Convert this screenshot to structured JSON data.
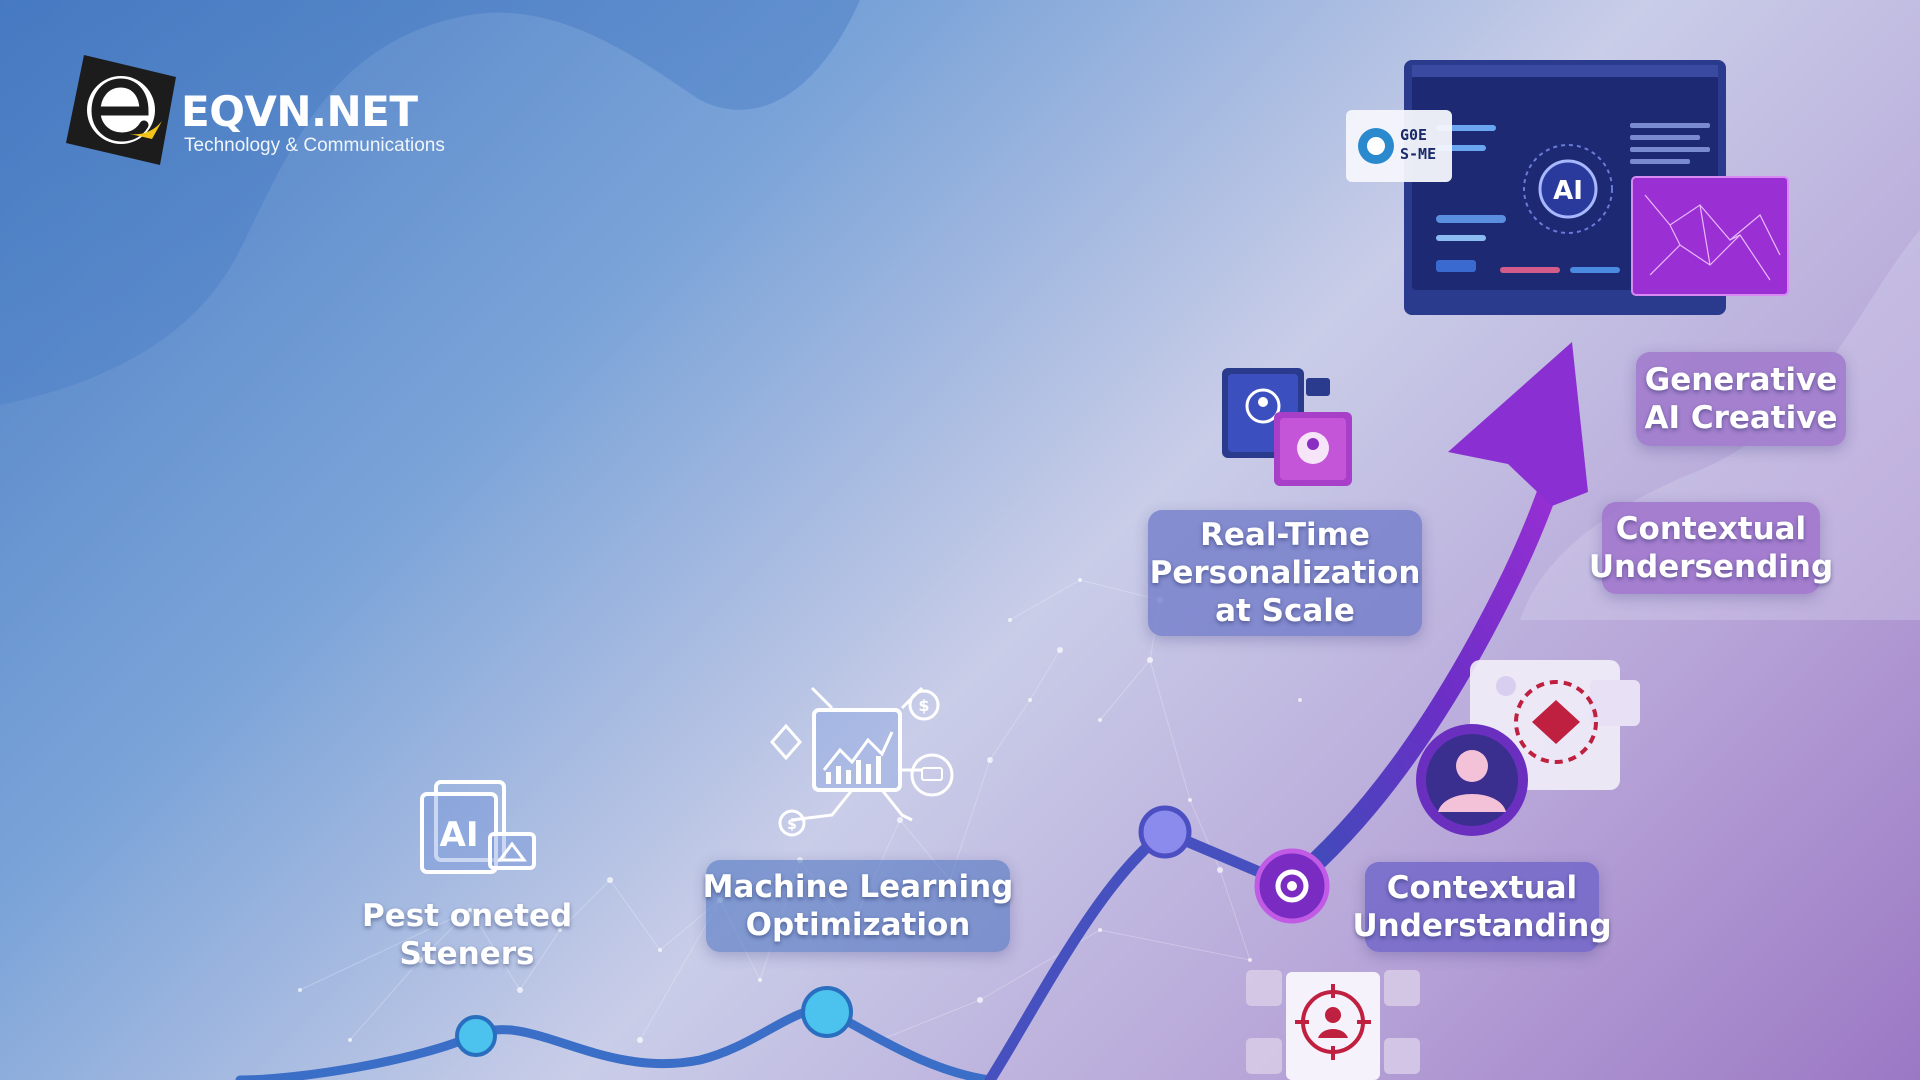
{
  "logo": {
    "name": "EQVN.NET",
    "tagline": "Technology & Communications"
  },
  "labels": {
    "personalized": [
      "Pest oneted",
      "Steners"
    ],
    "ml_optimization": [
      "Machine Learning",
      "Optimization"
    ],
    "realtime": [
      "Real-Time",
      "Personalization",
      "at Scale"
    ],
    "contextual_low": [
      "Contextual",
      "Understanding"
    ],
    "generative": [
      "Generative",
      "AI Creative"
    ],
    "contextual_high": [
      "Contextual",
      "Undersending"
    ]
  },
  "icons": {
    "ai_card_text": "AI",
    "dashboard_ai_text": "AI",
    "dashboard_chip_text": [
      "G0E",
      "S-ME"
    ],
    "ml_coin_text": "$"
  },
  "colors": {
    "accent_purple": "#8a2fd1",
    "node_blue": "#3fb2e8",
    "line_blue": "#2f63c2",
    "box_fill": "#6a72c4"
  }
}
